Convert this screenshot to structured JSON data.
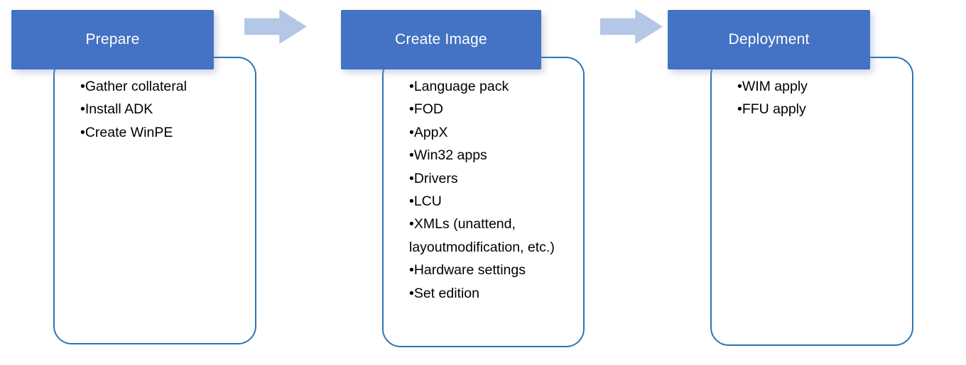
{
  "colors": {
    "header_bg": "#4472C4",
    "header_text": "#FFFFFF",
    "arrow_fill": "#B4C7E7",
    "card_border": "#2E75B6",
    "card_bg": "#FFFFFF",
    "item_text": "#000000",
    "page_bg": "#FFFFFF"
  },
  "diagram": {
    "type": "process-flow",
    "direction": "left-to-right"
  },
  "stages": [
    {
      "title": "Prepare",
      "items": [
        "Gather collateral",
        "Install ADK",
        "Create WinPE"
      ]
    },
    {
      "title": "Create Image",
      "items": [
        "Language pack",
        "FOD",
        "AppX",
        "Win32 apps",
        "Drivers",
        "LCU",
        "XMLs (unattend, layoutmodification, etc.)",
        "Hardware settings",
        "Set edition"
      ]
    },
    {
      "title": "Deployment",
      "items": [
        "WIM apply",
        "FFU apply"
      ]
    }
  ]
}
